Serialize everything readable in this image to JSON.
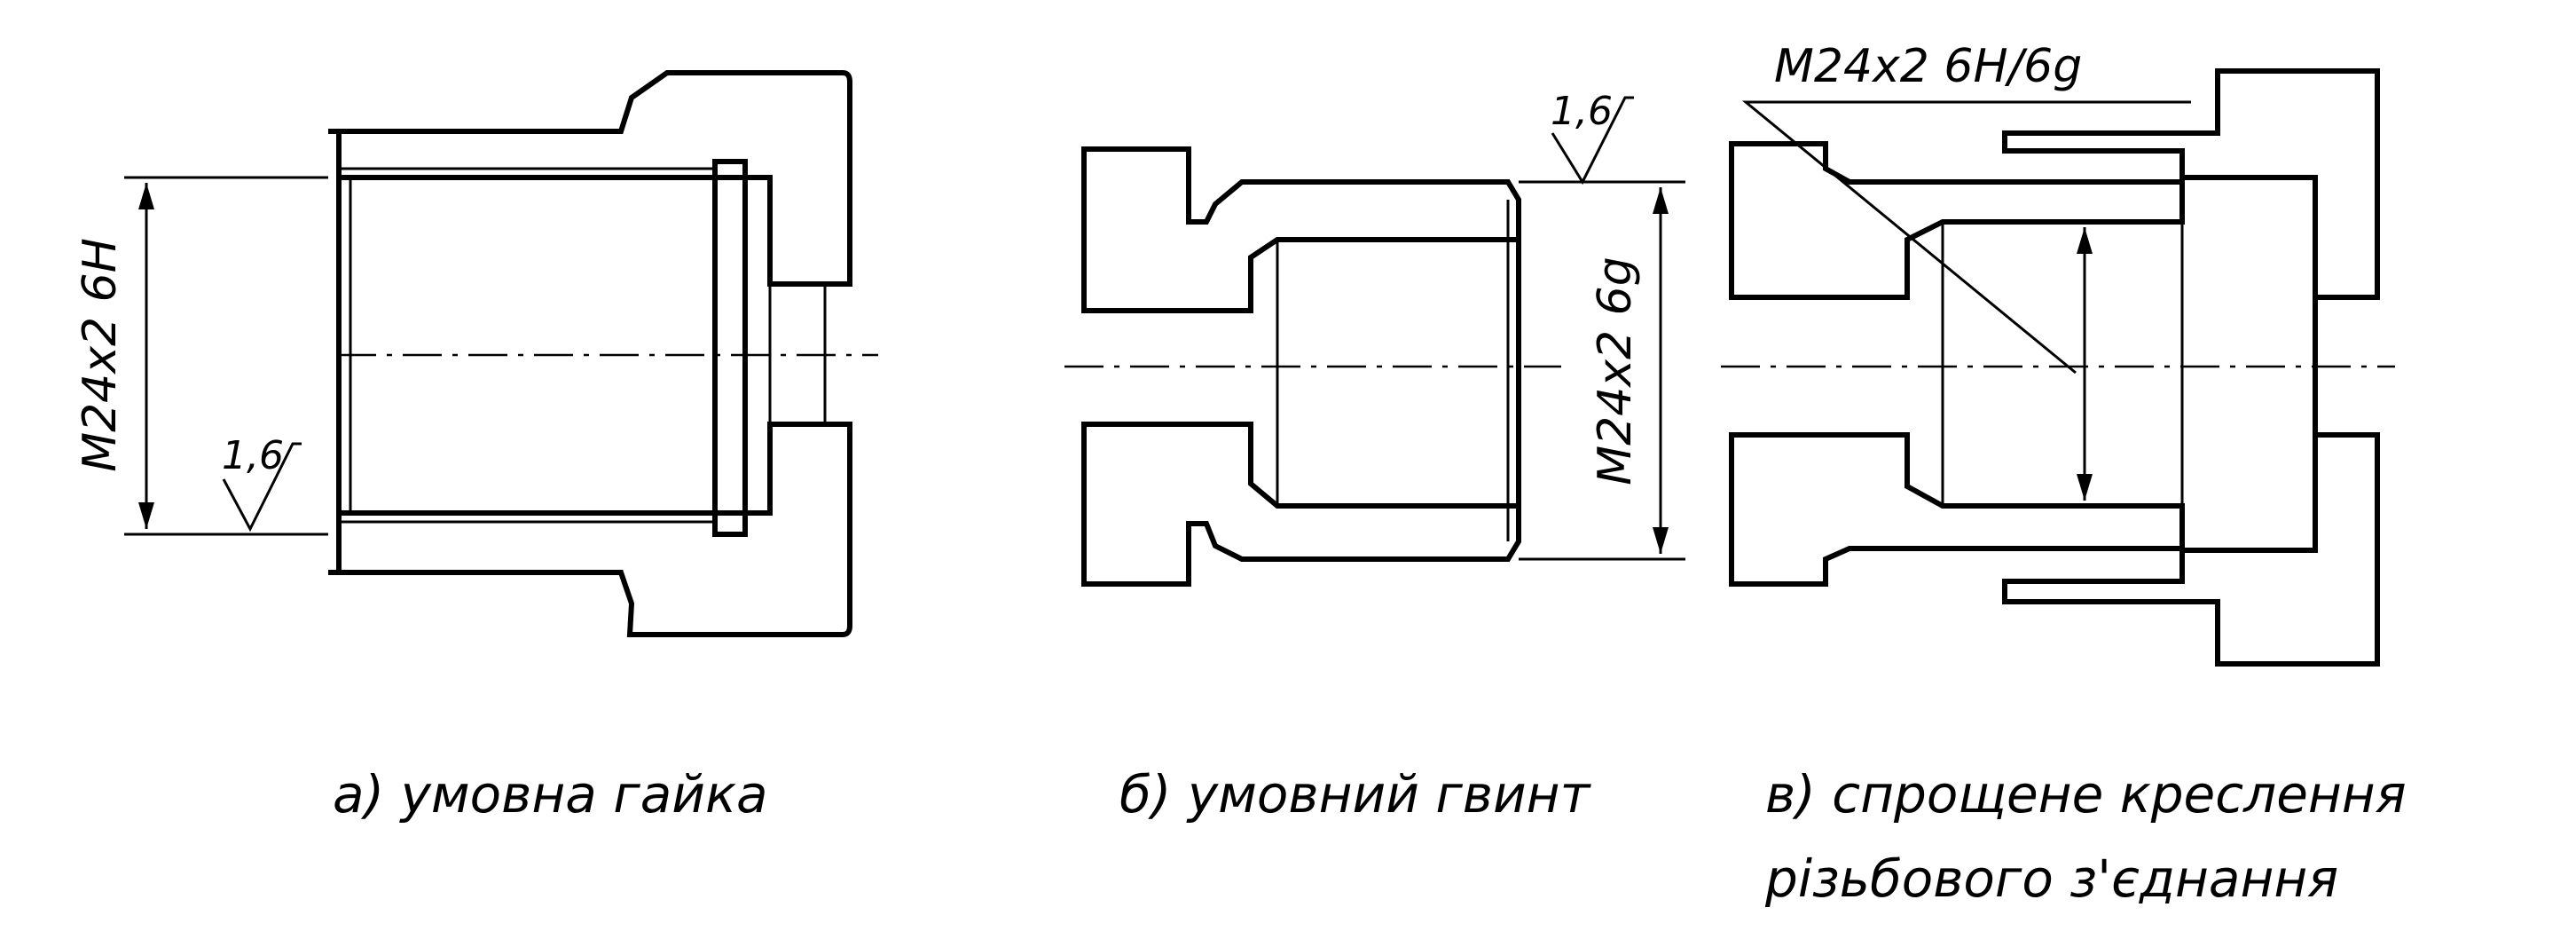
{
  "views": {
    "a": {
      "dimension": "M24x2 6H",
      "roughness": "1,6",
      "caption": "а) умовна гайка"
    },
    "b": {
      "dimension": "M24x2 6g",
      "roughness": "1,6",
      "caption": "б) умовний гвинт"
    },
    "c": {
      "dimension": "M24x2 6H/6g",
      "caption_line1": "в) спрощене креслення",
      "caption_line2": "різьбового з'єднання"
    }
  }
}
